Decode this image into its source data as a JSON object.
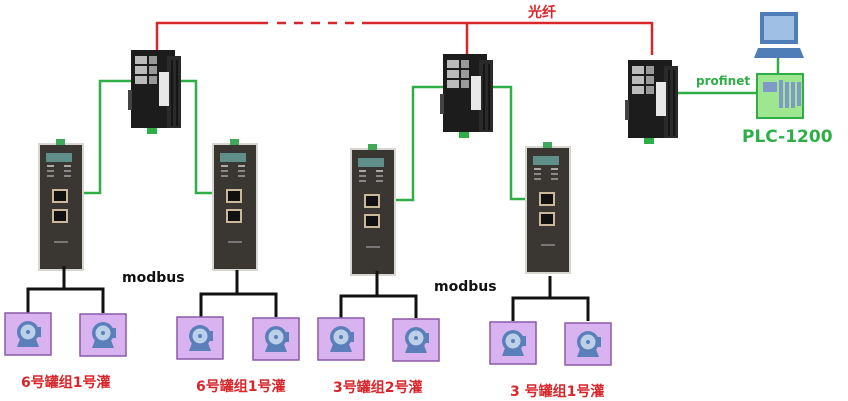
{
  "diagram": {
    "title": "",
    "links": {
      "fiber_label": "光纤",
      "fiber_color": "#d9262b",
      "ethernet_color": "#2fae48",
      "profinet_label": "profinet",
      "modbus_labels": [
        "modbus",
        "modbus"
      ],
      "modbus_color": "#111111"
    },
    "controller": {
      "label": "PLC-1200",
      "color": "#2fae48",
      "fill": "#9ee68f"
    },
    "computer": {
      "icon": "computer-icon"
    },
    "switches": [
      {
        "name": "switch-1",
        "icon": "industrial-switch-icon"
      },
      {
        "name": "switch-2",
        "icon": "industrial-switch-icon"
      },
      {
        "name": "switch-3",
        "icon": "industrial-switch-icon"
      }
    ],
    "gateways": [
      {
        "name": "gateway-1",
        "icon": "modbus-gateway-icon"
      },
      {
        "name": "gateway-2",
        "icon": "modbus-gateway-icon"
      },
      {
        "name": "gateway-3",
        "icon": "modbus-gateway-icon"
      },
      {
        "name": "gateway-4",
        "icon": "modbus-gateway-icon"
      }
    ],
    "tank_groups": [
      {
        "label": "6号罐组1号灌",
        "devices": 2
      },
      {
        "label": "6号罐组1号灌",
        "devices": 2
      },
      {
        "label": "3号罐组2号灌",
        "devices": 2
      },
      {
        "label": "3 号罐组1号灌",
        "devices": 2
      }
    ],
    "field_device": {
      "icon": "camera-sensor-icon",
      "fill": "#d9b3f0",
      "border": "#8a5aa8"
    }
  }
}
